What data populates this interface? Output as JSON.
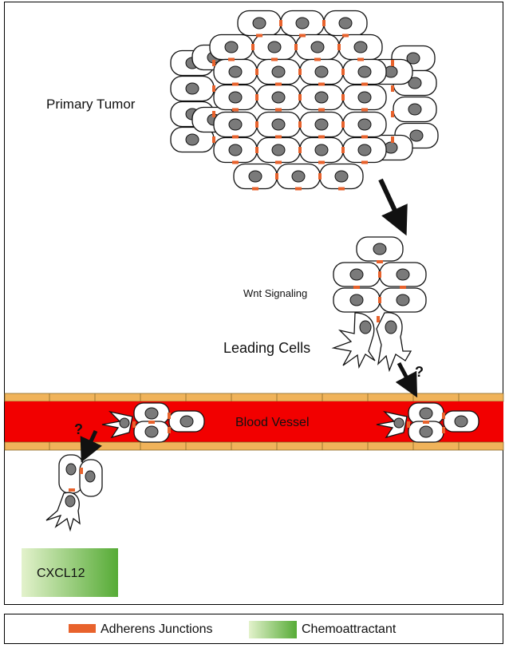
{
  "labels": {
    "primary_tumor": "Primary Tumor",
    "wnt_signaling": "Wnt Signaling",
    "leading_cells": "Leading Cells",
    "blood_vessel": "Blood Vessel",
    "cxcl12": "CXCL12",
    "question_right": "?",
    "question_left": "?"
  },
  "legend": {
    "adherens": "Adherens Junctions",
    "chemo": "Chemoattractant"
  },
  "colors": {
    "junction": "#e8622c",
    "vessel": "#f20000",
    "vessel_wall": "#f0b35a",
    "nucleus": "#7a7a7a",
    "chemo_light": "#e0f0c8",
    "chemo_dark": "#5aad3a"
  }
}
